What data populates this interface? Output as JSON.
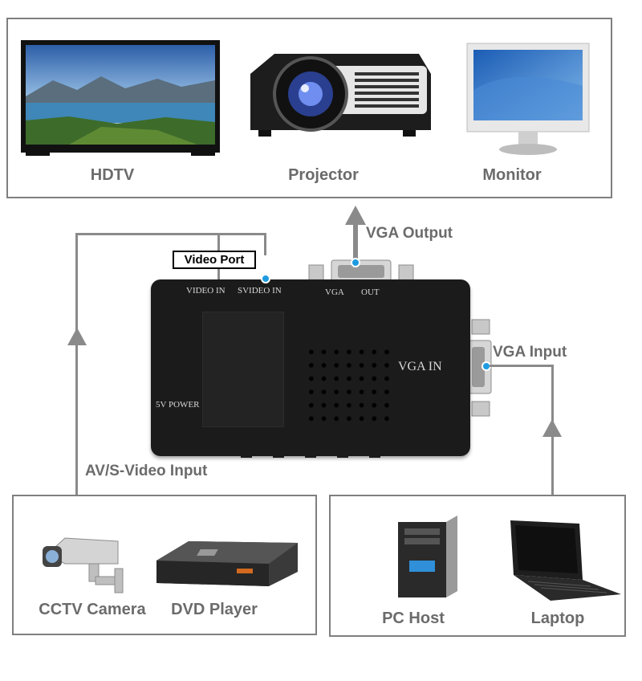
{
  "outputs": {
    "devices": [
      {
        "label": "HDTV",
        "icon": "hdtv-icon"
      },
      {
        "label": "Projector",
        "icon": "projector-icon"
      },
      {
        "label": "Monitor",
        "icon": "monitor-icon"
      }
    ]
  },
  "flows": {
    "vga_output": "VGA Output",
    "vga_input": "VGA Input",
    "av_input": "AV/S-Video Input"
  },
  "converter": {
    "video_port_label": "Video Port",
    "video_in": "VIDEO IN",
    "svideo_in": "SVIDEO IN",
    "vga": "VGA",
    "out": "OUT",
    "vga_in": "VGA IN",
    "power": "5V POWER"
  },
  "av_sources": {
    "devices": [
      {
        "label": "CCTV Camera",
        "icon": "cctv-camera-icon"
      },
      {
        "label": "DVD Player",
        "icon": "dvd-player-icon"
      }
    ]
  },
  "vga_sources": {
    "devices": [
      {
        "label": "PC Host",
        "icon": "pc-host-icon"
      },
      {
        "label": "Laptop",
        "icon": "laptop-icon"
      }
    ]
  },
  "colors": {
    "box_border": "#7f7f7f",
    "text_gray": "#6b6b6b",
    "connector_blue": "#1e9be0",
    "device_body": "#1b1b1b"
  }
}
